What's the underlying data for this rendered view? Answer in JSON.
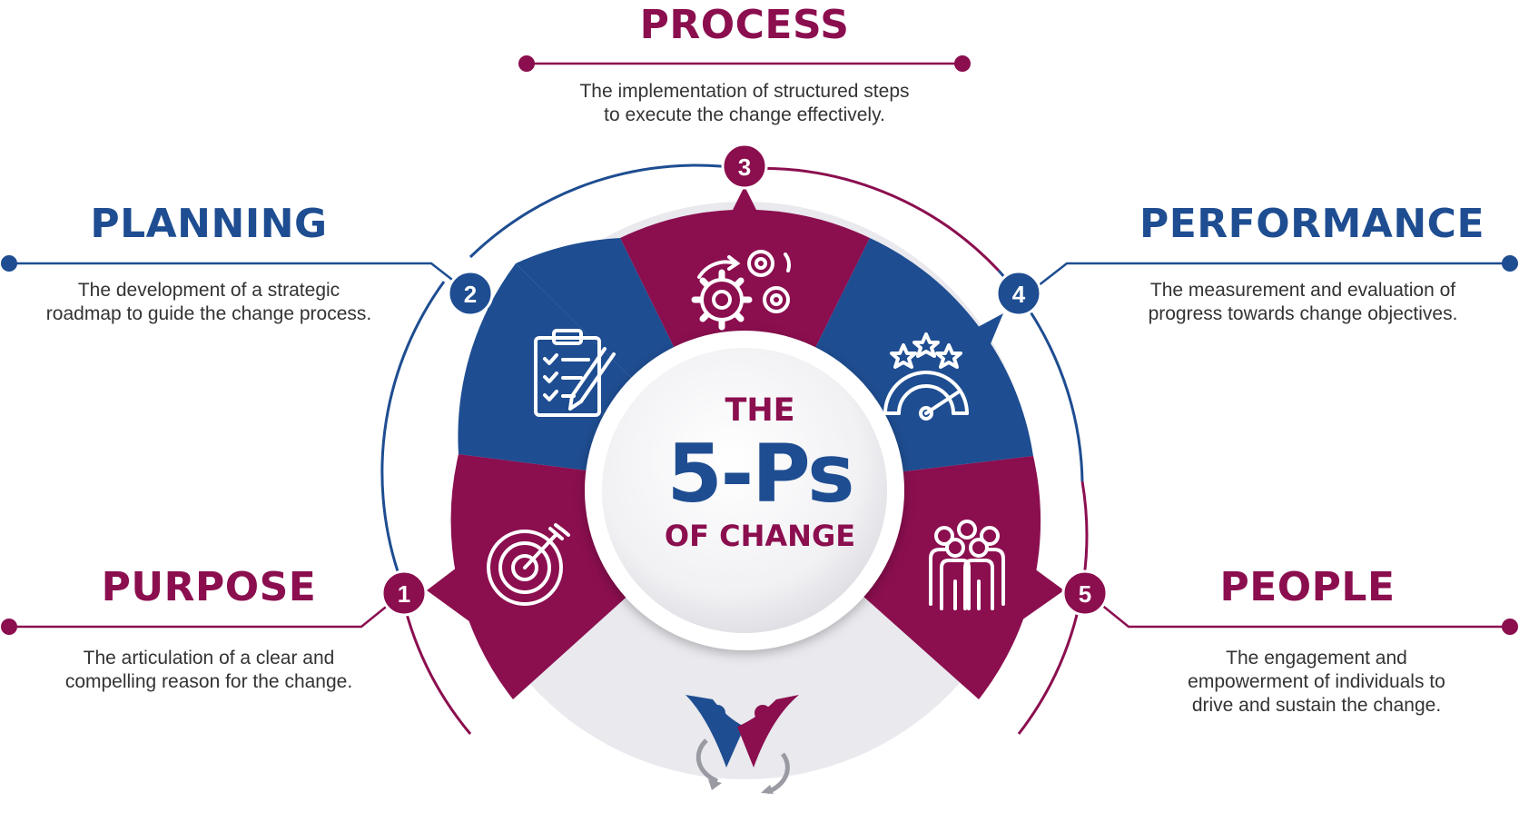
{
  "colors": {
    "magenta": "#8b0e4f",
    "navy": "#1e4d91",
    "grey_ring": "#e9e9ee"
  },
  "center": {
    "line1": "THE",
    "line2": "5-Ps",
    "line3": "OF CHANGE"
  },
  "steps": [
    {
      "number": "1",
      "title": "PURPOSE",
      "description": "The articulation of a clear and\ncompelling reason for the change.",
      "icon": "target-icon"
    },
    {
      "number": "2",
      "title": "PLANNING",
      "description": "The development of a strategic\nroadmap to guide the change process.",
      "icon": "clipboard-checklist-icon"
    },
    {
      "number": "3",
      "title": "PROCESS",
      "description": "The implementation of structured steps\nto execute the change effectively.",
      "icon": "gears-icon"
    },
    {
      "number": "4",
      "title": "PERFORMANCE",
      "description": "The measurement and evaluation of\nprogress towards change objectives.",
      "icon": "gauge-stars-icon"
    },
    {
      "number": "5",
      "title": "PEOPLE",
      "description": "The engagement and\nempowerment of individuals to\ndrive and sustain the change.",
      "icon": "people-group-icon"
    }
  ],
  "logo": {
    "icon": "change-logo-icon"
  }
}
